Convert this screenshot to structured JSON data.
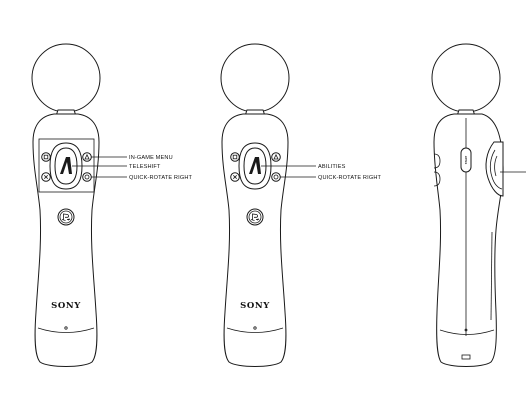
{
  "diagram": {
    "controllers": [
      {
        "view": "front",
        "brand": "SONY",
        "labels": [
          "IN-GAME MENU",
          "TELESHIFT",
          "QUICK-ROTATE RIGHT"
        ]
      },
      {
        "view": "front",
        "brand": "SONY",
        "labels": [
          "ABILITIES",
          "QUICK-ROTATE RIGHT"
        ]
      },
      {
        "view": "side",
        "button_text": "START"
      }
    ]
  }
}
